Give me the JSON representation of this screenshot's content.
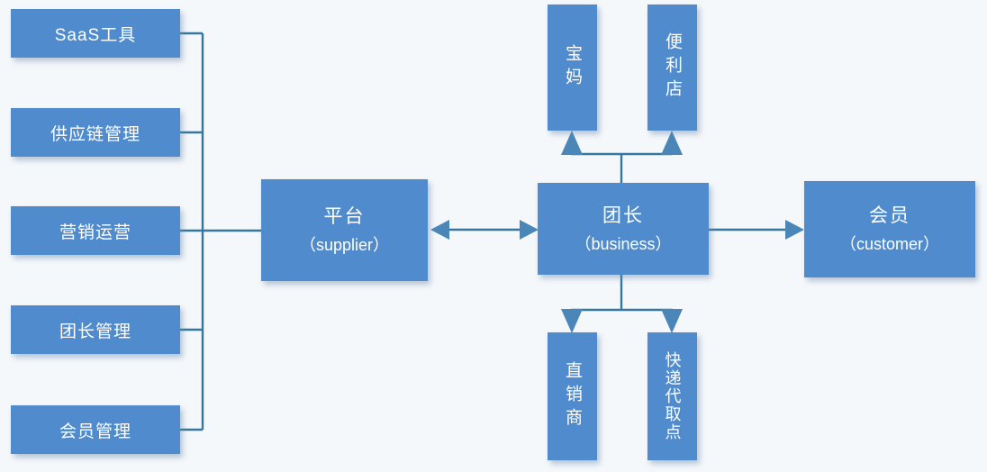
{
  "diagram": {
    "colors": {
      "background": "#f5f8fb",
      "box": "#508ccd",
      "line": "#35779f",
      "arrow": "#4a86b8",
      "text": "#ffffff"
    },
    "left_modules": [
      {
        "label": "SaaS工具"
      },
      {
        "label": "供应链管理"
      },
      {
        "label": "营销运营"
      },
      {
        "label": "团长管理"
      },
      {
        "label": "会员管理"
      }
    ],
    "center_nodes": {
      "platform": {
        "title": "平台",
        "subtitle": "（supplier）"
      },
      "leader": {
        "title": "团长",
        "subtitle": "（business）"
      },
      "member": {
        "title": "会员",
        "subtitle": "（customer）"
      }
    },
    "top_nodes": [
      {
        "label": "宝妈"
      },
      {
        "label": "便利店"
      }
    ],
    "bottom_nodes": [
      {
        "label": "直销商"
      },
      {
        "label": "快递代取点"
      }
    ]
  }
}
